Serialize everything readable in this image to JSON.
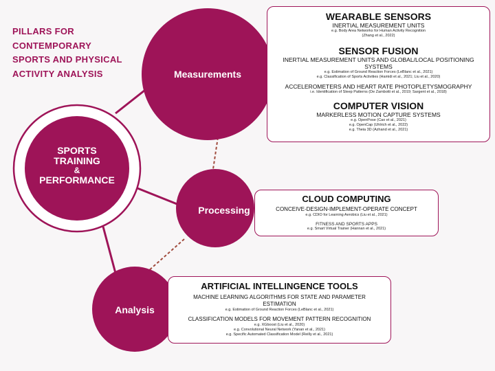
{
  "title_lines": [
    "PILLARS FOR",
    "CONTEMPORARY",
    "SPORTS AND PHYSICAL",
    "ACTIVITY ANALYSIS"
  ],
  "colors": {
    "accent": "#9e1458",
    "background": "#f8f6f7",
    "box_border": "#9e1458",
    "connector": "#a04a3c"
  },
  "center": {
    "lines": [
      "SPORTS",
      "TRAINING",
      "&",
      "PERFORMANCE"
    ]
  },
  "nodes": {
    "measurements": "Measurements",
    "processing": "Processing",
    "analysis": "Analysis"
  },
  "measurements_box": {
    "wearable": {
      "title": "WEARABLE SENSORS",
      "sub": "INERTIAL MEASUREMENT UNITS",
      "ex": [
        "e.g. Body Area Networks for Human Activity Recognition",
        "(Zhang et al., 2022)"
      ]
    },
    "fusion": {
      "title": "SENSOR FUSION",
      "sub1": "INERTIAL MEASUREMENT UNITS AND GLOBAL/LOCAL POSITIONING",
      "sub1b": "SYSTEMS",
      "ex1": [
        "e.g. Estimation of Ground Reaction Forces (LeBlanc et al., 2021)",
        "e.g. Classification of Sports Activities (Hamidi et al., 2021; Liu et al., 2020)"
      ],
      "sub2": "ACCELEROMETERS AND HEART RATE PHOTOPLETYSMOGRAPHY",
      "ex2": [
        "i.e. Identification of Sleep Patterns (De Zambotti et al., 2019; Sargent et al., 2018)"
      ]
    },
    "vision": {
      "title": "COMPUTER VISION",
      "sub": "MARKERLESS MOTION CAPTURE SYSTEMS",
      "ex": [
        "e.g. OpenPose (Cao et al., 2021)",
        "e.g. OpenCap (Uhlrich et al., 2022)",
        "e.g. Theia 3D (Azhand et al., 2021)"
      ]
    }
  },
  "processing_box": {
    "title": "CLOUD COMPUTING",
    "sub1": "CONCEIVE-DESIGN-IMPLEMENT-OPERATE CONCEPT",
    "ex1": "e.g. CDIO for Learning Aerobics (Liu et al., 2021)",
    "sub2": "FITNESS AND SPORTS APPS",
    "ex2": "e.g. Smart Virtual Trainer (Hannan et al., 2021)"
  },
  "analysis_box": {
    "title": "ARTIFICIAL INTELLINGENCE TOOLS",
    "sub1a": "MACHINE LEARNING ALGORITHMS FOR STATE AND PARAMETER",
    "sub1b": "ESTIMATION",
    "ex1": "e.g. Estimation of Ground Reaction Forces (LeBlanc et al., 2021)",
    "sub2": "CLASSIFICATION MODELS FOR MOVEMENT PATTERN RECOGNITION",
    "ex2": [
      "e.g. XGboost (Liu et al., 2020)",
      "e.g. Convolutional Neural Network (Yanan et al., 2021)",
      "e.g. Specific Automated Classification Model (Reilly et al., 2021)"
    ]
  }
}
